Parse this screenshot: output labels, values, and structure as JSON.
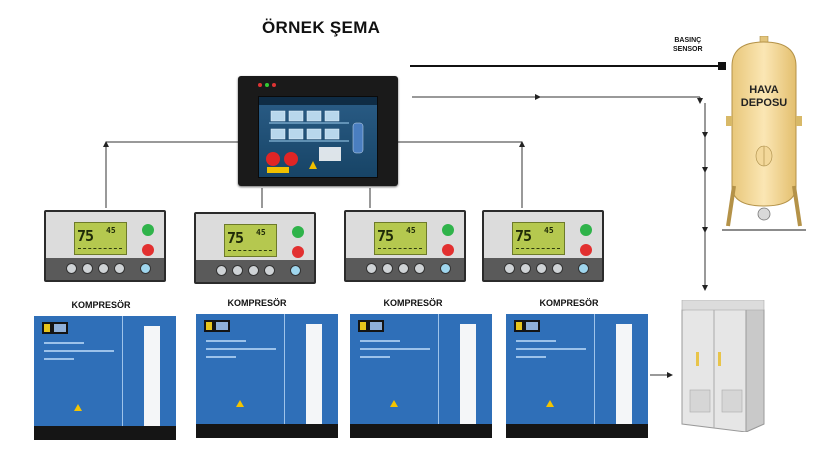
{
  "title": "ÖRNEK ŞEMA",
  "tank": {
    "label_line1": "HAVA",
    "label_line2": "DEPOSU"
  },
  "sensor": {
    "line1": "BASINÇ",
    "line2": "SENSOR"
  },
  "controllers": [
    {
      "value_big": "75",
      "value_small": "45"
    },
    {
      "value_big": "75",
      "value_small": "45"
    },
    {
      "value_big": "75",
      "value_small": "45"
    },
    {
      "value_big": "75",
      "value_small": "45"
    }
  ],
  "compressors": [
    {
      "label": "KOMPRESÖR"
    },
    {
      "label": "KOMPRESÖR"
    },
    {
      "label": "KOMPRESÖR"
    },
    {
      "label": "KOMPRESÖR"
    }
  ],
  "colors": {
    "compressor_blue": "#2f6fb8",
    "tank_yellow": "#f4d897",
    "lcd_green": "#b5c84f",
    "hmi_screen": "#2a5c86"
  }
}
